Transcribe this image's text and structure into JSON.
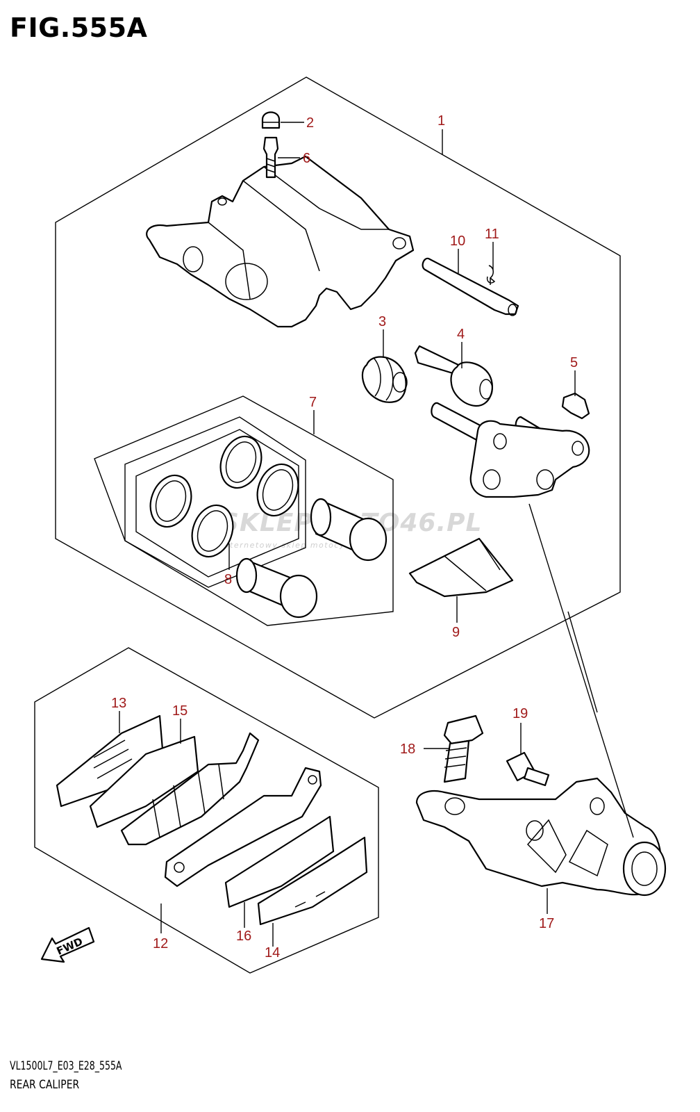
{
  "figure": {
    "title": "FIG.555A",
    "code": "VL1500L7_E03_E28_555A",
    "name": "REAR CALIPER"
  },
  "watermark": {
    "brand": "SKLEPMOTO46.PL",
    "tagline": "internetowy sklep motocyklowy"
  },
  "direction_label": "FWD",
  "callouts": [
    "1",
    "2",
    "3",
    "4",
    "5",
    "6",
    "7",
    "8",
    "9",
    "10",
    "11",
    "12",
    "13",
    "14",
    "15",
    "16",
    "17",
    "18",
    "19"
  ],
  "colors": {
    "callout": "#a01a1a",
    "line": "#000000"
  }
}
